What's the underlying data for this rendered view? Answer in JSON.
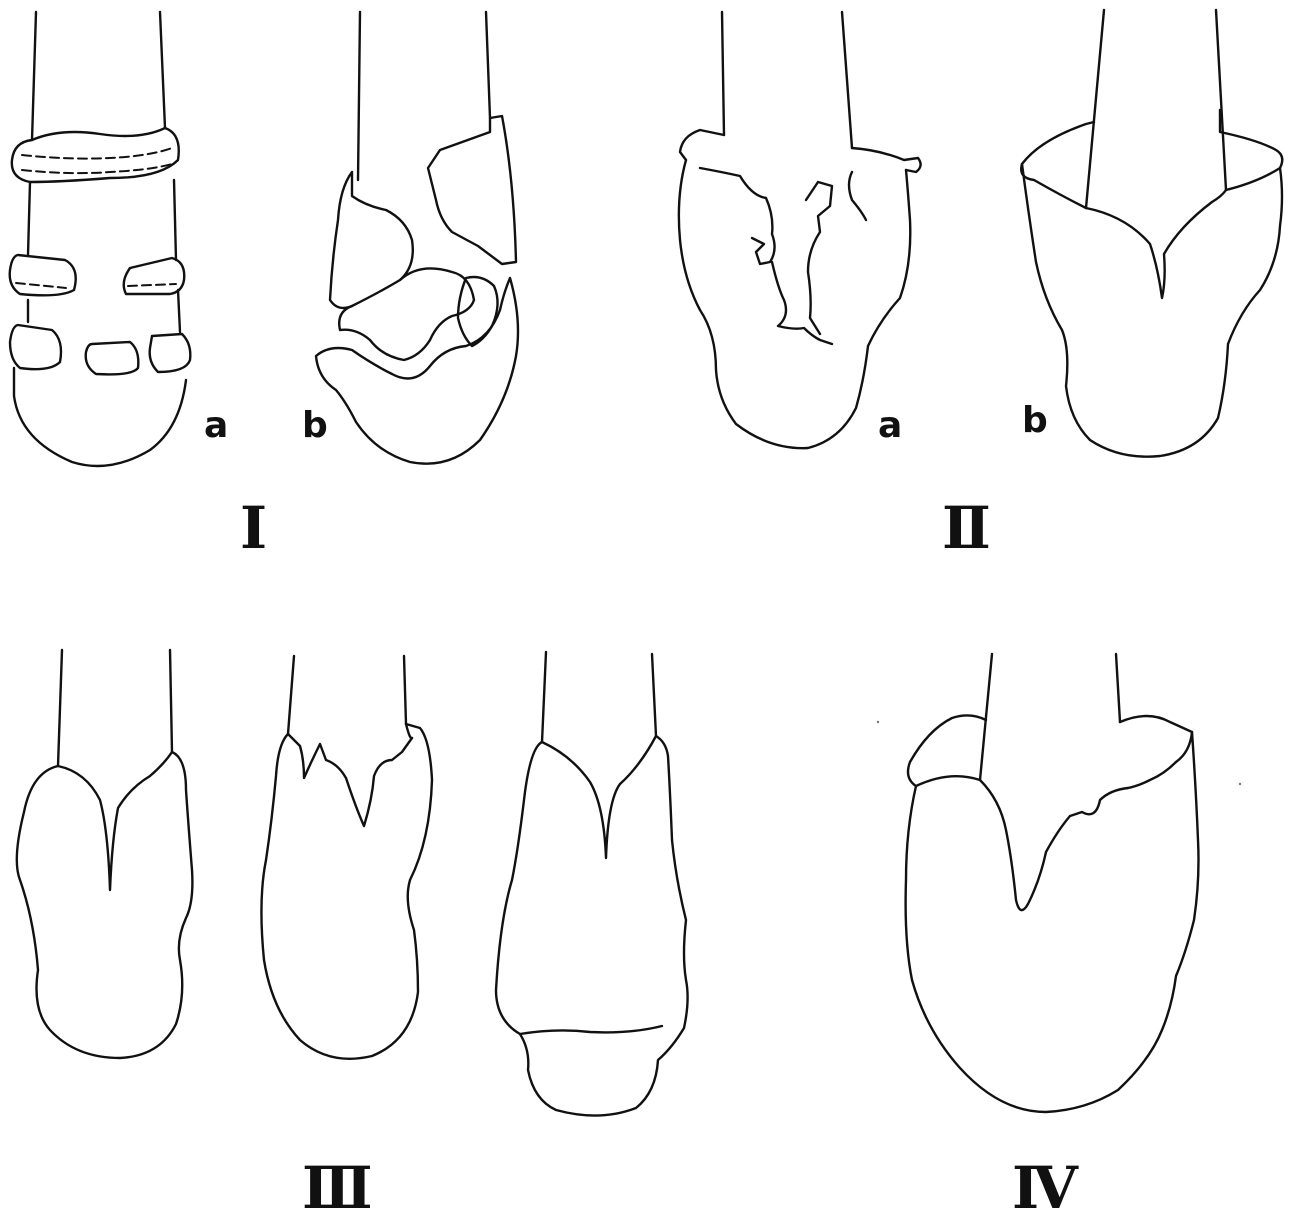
{
  "figure": {
    "panels": [
      {
        "id": "I",
        "label": "Ⅰ",
        "sub_labels": [
          "a",
          "b"
        ]
      },
      {
        "id": "II",
        "label": "Ⅱ",
        "sub_labels": [
          "a",
          "b"
        ]
      },
      {
        "id": "III",
        "label": "Ⅲ",
        "sub_labels": []
      },
      {
        "id": "IV",
        "label": "Ⅳ",
        "sub_labels": []
      }
    ]
  }
}
